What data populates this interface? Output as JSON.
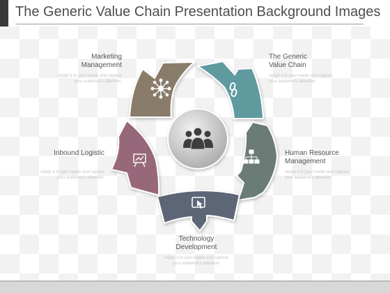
{
  "title": "The Generic Value Chain Presentation Background Images",
  "colors": {
    "brown": "#8a7c6b",
    "teal": "#5f9a9f",
    "green": "#6b7b74",
    "slate": "#5d6677",
    "mauve": "#97677a",
    "hub": "#bfbfbf"
  },
  "segments": [
    {
      "label": "Marketing\nManagement",
      "desc": "Adapt it to your needs and capture\nyour audience's attention.",
      "icon": "network-icon",
      "color": "#8a7c6b"
    },
    {
      "label": "The Generic\nValue Chain",
      "desc": "Adapt it to your needs and capture\nyour audience's attention.",
      "icon": "chain-link-icon",
      "color": "#5f9a9f"
    },
    {
      "label": "Human Resource\nManagement",
      "desc": "Adapt it to your needs and capture\nyour audience's attention.",
      "icon": "org-chart-icon",
      "color": "#6b7b74"
    },
    {
      "label": "Technology\nDevelopment",
      "desc": "Adapt it to your needs and capture\nyour audience's attention.",
      "icon": "touchscreen-icon",
      "color": "#5d6677"
    },
    {
      "label": "Inbound Logistic",
      "desc": "Adapt it to your needs and capture\nyour audience's attention.",
      "icon": "presentation-board-icon",
      "color": "#97677a"
    }
  ],
  "hub_icon": "team-icon"
}
